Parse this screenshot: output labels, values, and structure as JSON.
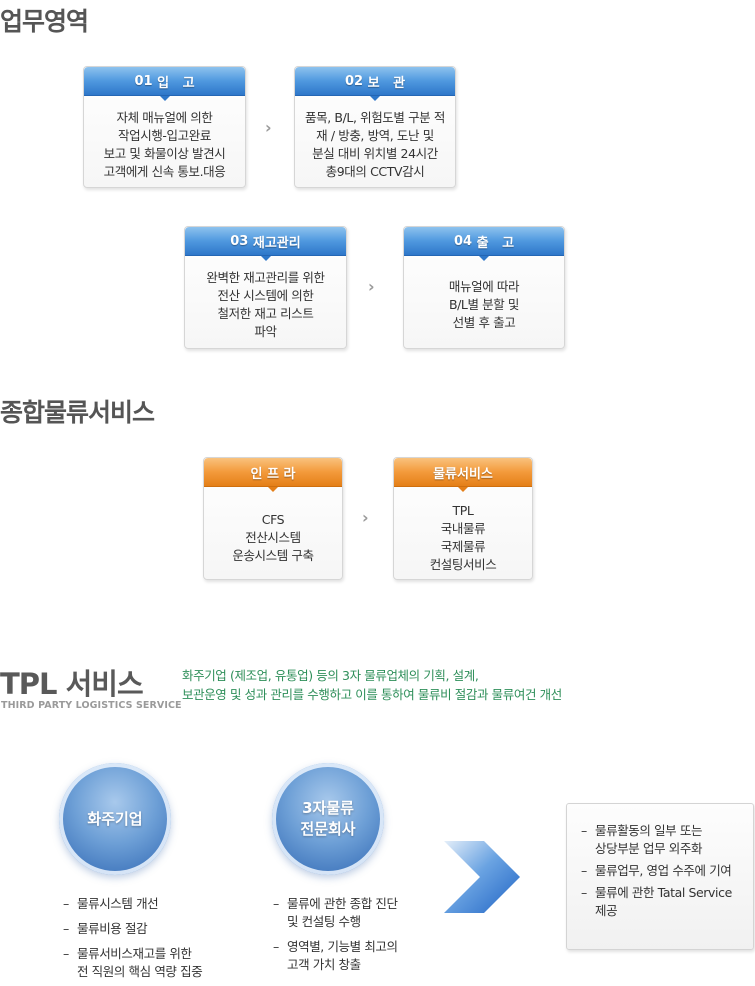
{
  "sections": {
    "work_area": "업무영역",
    "logistics": "종합물류서비스"
  },
  "work_steps": [
    {
      "number": "01",
      "label": "입   고",
      "lines": [
        "자체 매뉴얼에 의한",
        "작업시행-입고완료",
        "보고 및 화물이상 발견시",
        "고객에게 신속 통보.대응"
      ]
    },
    {
      "number": "02",
      "label": "보   관",
      "lines": [
        "품목, B/L, 위험도별 구분 적",
        "재 / 방충, 방역, 도난 및",
        "분실 대비 위치별 24시간",
        "총9대의 CCTV감시"
      ]
    },
    {
      "number": "03",
      "label": "재고관리",
      "lines": [
        "완벽한 재고관리를 위한",
        "전산 시스템에 의한",
        "철저한 재고 리스트",
        "파악"
      ]
    },
    {
      "number": "04",
      "label": "출   고",
      "lines": [
        "매뉴얼에 따라",
        "B/L별 분할 및",
        "선별 후 출고"
      ]
    }
  ],
  "logistics_cards": [
    {
      "label": "인 프 라",
      "lines": [
        "CFS",
        "전산시스템",
        "운송시스템 구축"
      ]
    },
    {
      "label": "물류서비스",
      "lines": [
        "TPL",
        "국내물류",
        "국제물류",
        "컨설팅서비스"
      ]
    }
  ],
  "tpl": {
    "title": "TPL 서비스",
    "subtitle": "THIRD PARTY LOGISTICS SERVICE",
    "description": [
      "화주기업 (제조업, 유통업) 등의 3자 물류업체의 기획, 설계,",
      "보관운영 및 성과 관리를 수행하고 이를 통하여 물류비 절감과 물류여건 개선"
    ],
    "shipper": {
      "circle_lines": [
        "화주기업"
      ],
      "bullets": [
        [
          "물류시스템 개선"
        ],
        [
          "물류비용 절감"
        ],
        [
          "물류서비스재고를 위한",
          "전 직원의 핵심 역량 집중"
        ]
      ]
    },
    "provider": {
      "circle_lines": [
        "3자물류",
        "전문회사"
      ],
      "bullets": [
        [
          "물류에 관한 종합 진단",
          "및 컨설팅 수행"
        ],
        [
          "영역별, 기능별 최고의",
          "고객 가치 창출"
        ]
      ]
    },
    "result_bullets": [
      [
        "물류활동의 일부 또는",
        "상당부분 업무 외주화"
      ],
      [
        "물류업무, 영업 수주에 기여"
      ],
      [
        "물류에 관한 Tatal Service",
        "제공"
      ]
    ]
  },
  "colors": {
    "head_blue": "#4f98df",
    "head_orange": "#f39a3b",
    "tpl_desc_green": "#2f8f5a",
    "circle_blue": "#6d9fd6"
  }
}
